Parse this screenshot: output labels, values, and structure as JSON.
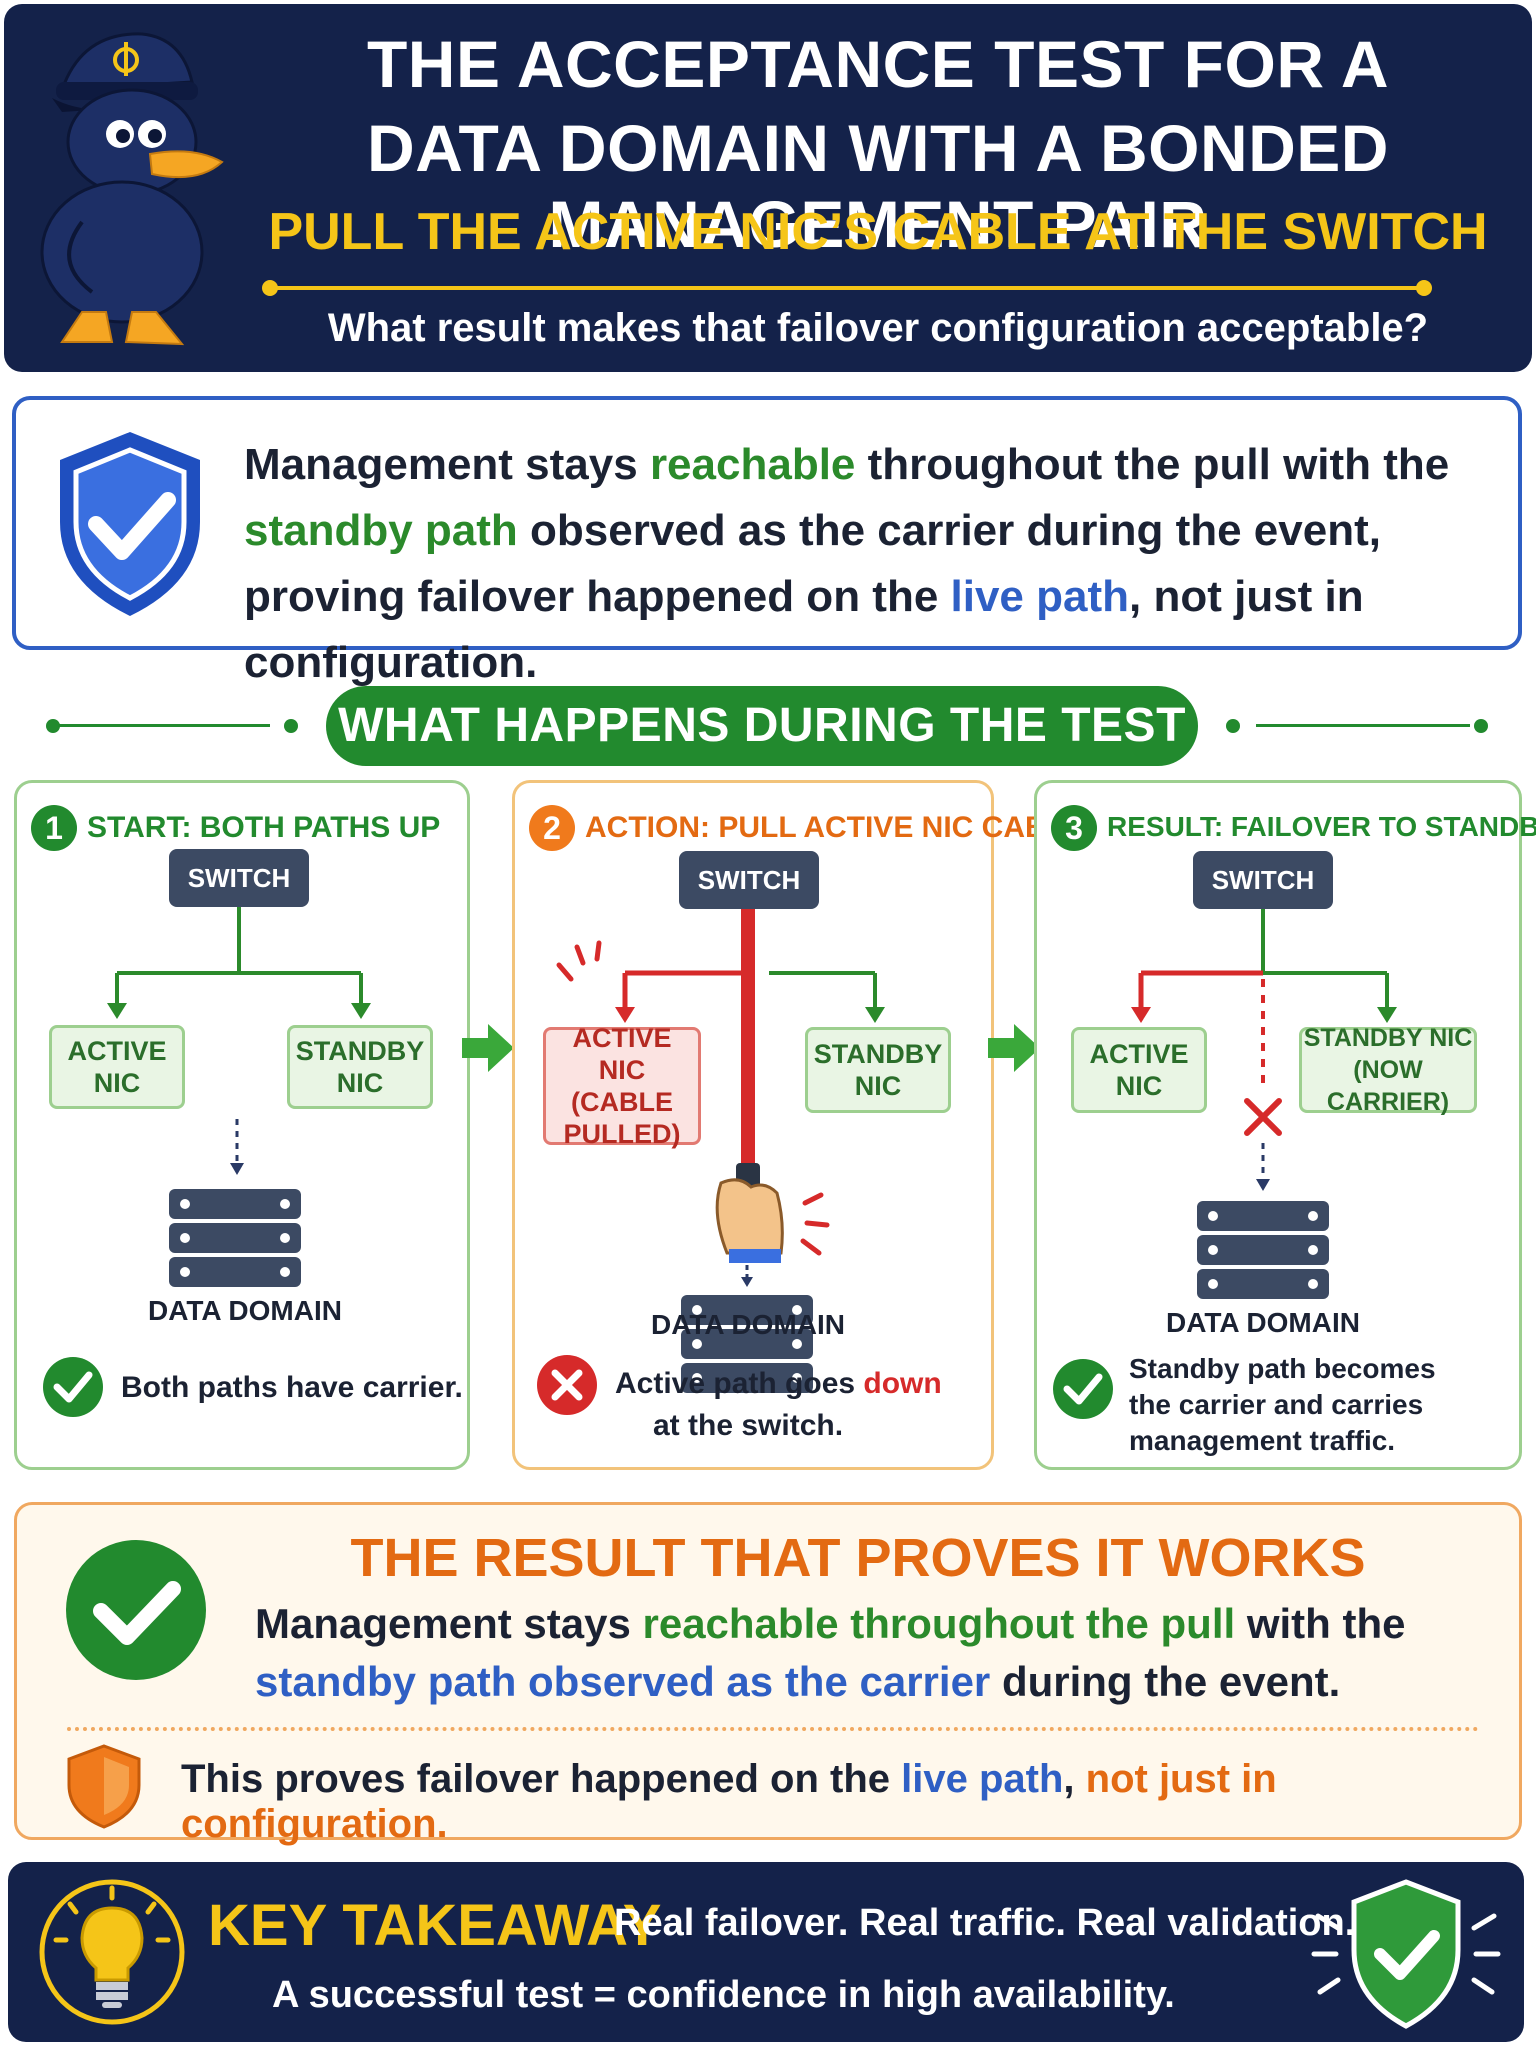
{
  "header": {
    "title_line1": "THE ACCEPTANCE TEST FOR A",
    "title_line2": "DATA DOMAIN WITH A BONDED MANAGEMENT PAIR",
    "subtitle": "PULL THE ACTIVE NIC’S CABLE AT THE SWITCH",
    "question": "What result makes that failover configuration acceptable?"
  },
  "answer": {
    "p1": "Management stays ",
    "p2": "reachable",
    "p3": " throughout the pull with the ",
    "p4": "standby path",
    "p5": " observed as the carrier during the event, proving failover happened on the ",
    "p6": "live path",
    "p7": ", not just in configuration."
  },
  "section": {
    "title": "WHAT HAPPENS DURING THE TEST"
  },
  "steps": [
    {
      "number": "1",
      "title": "START: BOTH PATHS UP",
      "switch": "SWITCH",
      "active_nic": [
        "ACTIVE",
        "NIC"
      ],
      "standby_nic": [
        "STANDBY",
        "NIC"
      ],
      "device": "DATA DOMAIN",
      "status": "Both paths have carrier."
    },
    {
      "number": "2",
      "title": "ACTION: PULL ACTIVE NIC CABLE",
      "switch": "SWITCH",
      "active_nic": [
        "ACTIVE NIC",
        "(CABLE",
        "PULLED)"
      ],
      "standby_nic": [
        "STANDBY",
        "NIC"
      ],
      "device": "DATA DOMAIN",
      "status_p1": "Active path goes ",
      "status_p2": "down",
      "status_p3": "at the switch."
    },
    {
      "number": "3",
      "title": "RESULT: FAILOVER TO STANDBY",
      "switch": "SWITCH",
      "active_nic": [
        "ACTIVE",
        "NIC"
      ],
      "standby_nic": [
        "STANDBY NIC",
        "(NOW CARRIER)"
      ],
      "device": "DATA DOMAIN",
      "status": [
        "Standby path becomes",
        "the carrier and carries",
        "management traffic."
      ]
    }
  ],
  "result": {
    "title": "THE RESULT THAT PROVES IT WORKS",
    "p1": "Management stays ",
    "p2": "reachable throughout the pull",
    "p3": " with the",
    "p4": "standby path observed as the carrier",
    "p5": " during the event.",
    "proof_p1": "This proves failover happened on the ",
    "proof_p2": "live path",
    "proof_p3": ", ",
    "proof_p4": "not just in configuration."
  },
  "takeaway": {
    "title": "KEY TAKEAWAY",
    "line1": "Real failover. Real traffic. Real validation.",
    "line2": "A successful test = confidence in high availability."
  },
  "colors": {
    "navy": "#14224a",
    "gold": "#f5c518",
    "green": "#228a2e",
    "blue": "#2f5fc4",
    "red": "#d62a2a",
    "orange": "#e36a12"
  }
}
